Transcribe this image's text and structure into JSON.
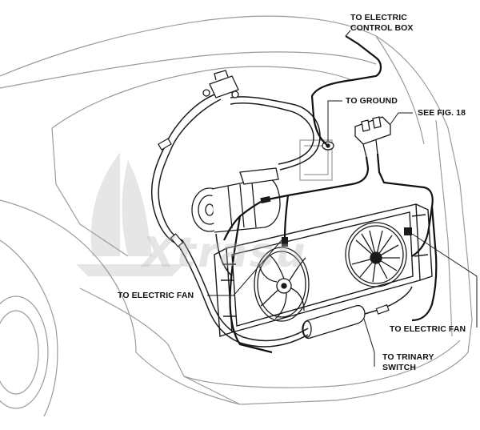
{
  "labels": {
    "electric_control_box_line1": "TO ELECTRIC",
    "electric_control_box_line2": "CONTROL BOX",
    "ground": "TO GROUND",
    "see_fig": "SEE FIG. 18",
    "electric_fan_left": "TO ELECTRIC FAN",
    "electric_fan_right": "TO ELECTRIC FAN",
    "trinary_switch_line1": "TO TRINARY",
    "trinary_switch_line2": "SWITCH"
  },
  "watermark": {
    "text": "Xtrasu"
  },
  "colors": {
    "line": "#1a1a1a",
    "body_outline": "#9a9a9a",
    "watermark": "#b4b4b4"
  }
}
